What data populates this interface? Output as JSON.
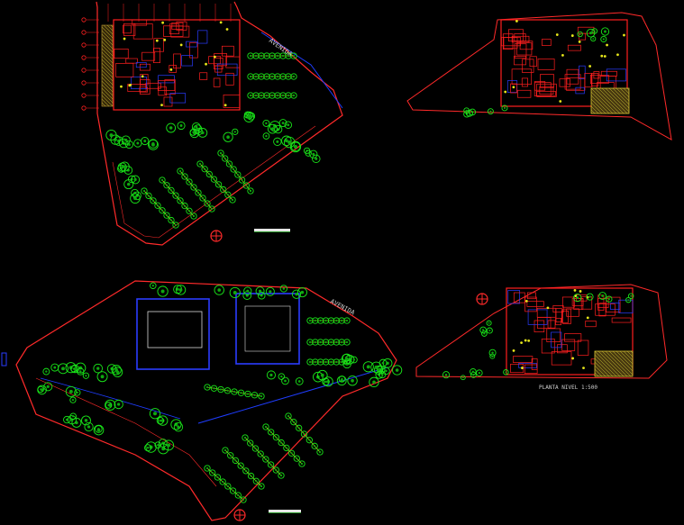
{
  "drawing": {
    "background": "#000000",
    "colors": {
      "boundary": "#ff2a2a",
      "building": "#ff1f1f",
      "building_blue": "#2a3cff",
      "tree": "#19e619",
      "tree_dark": "#0fa80f",
      "parking": "#e6e61a",
      "label": "#d9d9d9",
      "hatch": "#c8c832",
      "north": "#ff2a2a"
    },
    "sheets": [
      {
        "id": "site-plan-top-left",
        "road_label": "AVENIDA"
      },
      {
        "id": "floor-plan-top-right"
      },
      {
        "id": "site-plan-bottom-left",
        "road_label": "AVENIDA"
      },
      {
        "id": "floor-plan-bottom-right",
        "caption": "PLANTA NIVEL 1:500"
      }
    ]
  }
}
